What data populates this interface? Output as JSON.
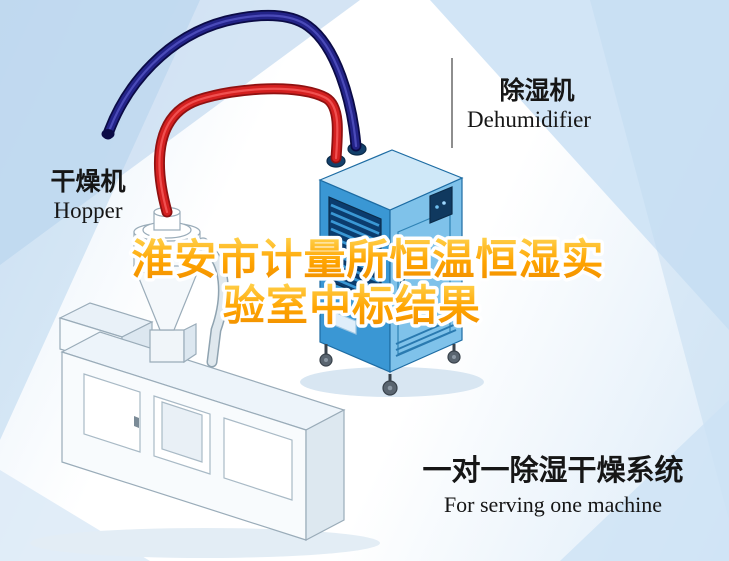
{
  "labels": {
    "dryer_cn": "干燥机",
    "dryer_en": "Hopper",
    "dehumidifier_cn": "除湿机",
    "dehumidifier_en": "Dehumidifier",
    "headline_line1": "淮安市计量所恒温恒湿实",
    "headline_line2": "验室中标结果",
    "system_cn": "一对一除湿干燥系统",
    "system_en": "For serving one machine"
  },
  "colors": {
    "hose_red": "#d42020",
    "hose_blue": "#232388",
    "dehumidifier_front": "#3a97d4",
    "dehumidifier_side": "#7fc2ea",
    "dehumidifier_top": "#cfe8f8",
    "headline_fill": "#ffa400",
    "headline_outline": "#ffffff",
    "background_tint": "#cfe3f5"
  }
}
